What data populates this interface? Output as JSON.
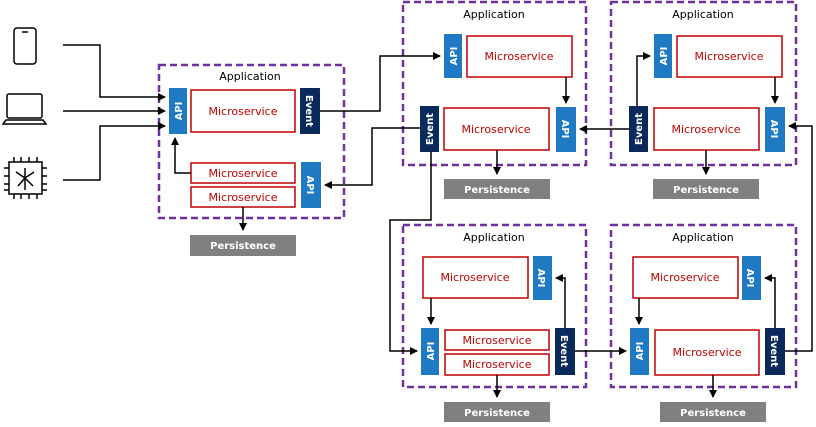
{
  "colors": {
    "app_border": "#7030a0",
    "microservice_border": "#c00000",
    "api_fill": "#1f7ac3",
    "event_fill": "#0b2a5c",
    "persistence_fill": "#808080",
    "arrow": "#000000"
  },
  "clients": [
    {
      "icon": "smartphone-icon"
    },
    {
      "icon": "laptop-icon"
    },
    {
      "icon": "iot-chip-icon"
    }
  ],
  "labels": {
    "application": "Application",
    "microservice": "Microservice",
    "api": "API",
    "event": "Event",
    "persistence": "Persistence"
  }
}
